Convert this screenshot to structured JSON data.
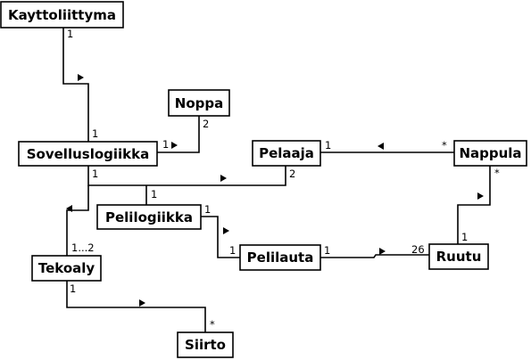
{
  "classes": {
    "kayttoliittyma": "Kayttoliittyma",
    "noppa": "Noppa",
    "sovelluslogiikka": "Sovelluslogiikka",
    "pelaaja": "Pelaaja",
    "nappula": "Nappula",
    "pelilogiikka": "Pelilogiikka",
    "tekoaly": "Tekoaly",
    "pelilauta": "Pelilauta",
    "ruutu": "Ruutu",
    "siirto": "Siirto"
  },
  "multiplicities": {
    "kayttoliittyma_sovellus_top": "1",
    "kayttoliittyma_sovellus_bottom": "1",
    "sovellus_noppa_left": "1",
    "sovellus_noppa_right": "2",
    "sovellus_pelaaja_left": "1",
    "sovellus_pelaaja_right": "2",
    "sovellus_pelilogiikka": "1",
    "sovellus_tekoaly": "1...2",
    "pelaaja_nappula_left": "1",
    "pelaaja_nappula_right": "*",
    "nappula_ruutu_top": "*",
    "nappula_ruutu_bottom": "1",
    "pelilogiikka_pelilauta_top": "1",
    "pelilogiikka_pelilauta_bottom": "1",
    "pelilauta_ruutu_left": "1",
    "pelilauta_ruutu_right": "26",
    "tekoaly_siirto_top": "1",
    "tekoaly_siirto_bottom": "*"
  }
}
